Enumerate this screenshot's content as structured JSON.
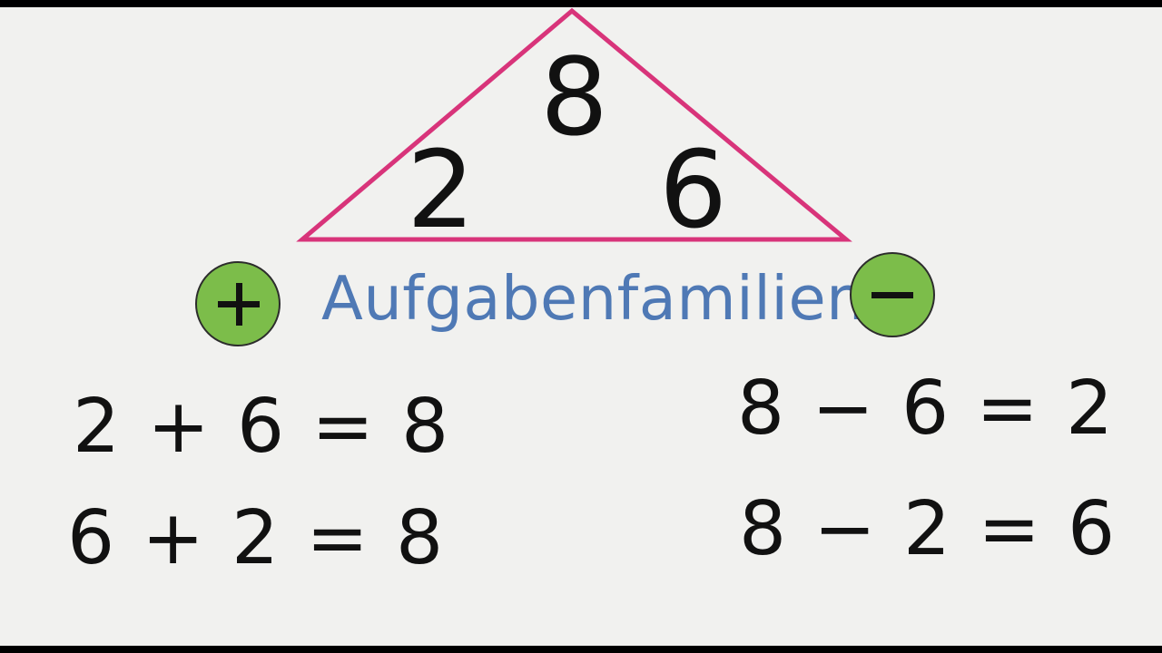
{
  "title": "Aufgabenfamilien",
  "triangle": {
    "top": "8",
    "left": "2",
    "right": "6",
    "stroke_color": "#d8347a"
  },
  "operators": {
    "plus": "+",
    "minus": "−",
    "circle_color": "#7cbd4a"
  },
  "equations": {
    "addition": [
      "2 + 6 = 8",
      "6 + 2 = 8"
    ],
    "subtraction": [
      "8 − 6 = 2",
      "8 − 2 = 6"
    ]
  }
}
